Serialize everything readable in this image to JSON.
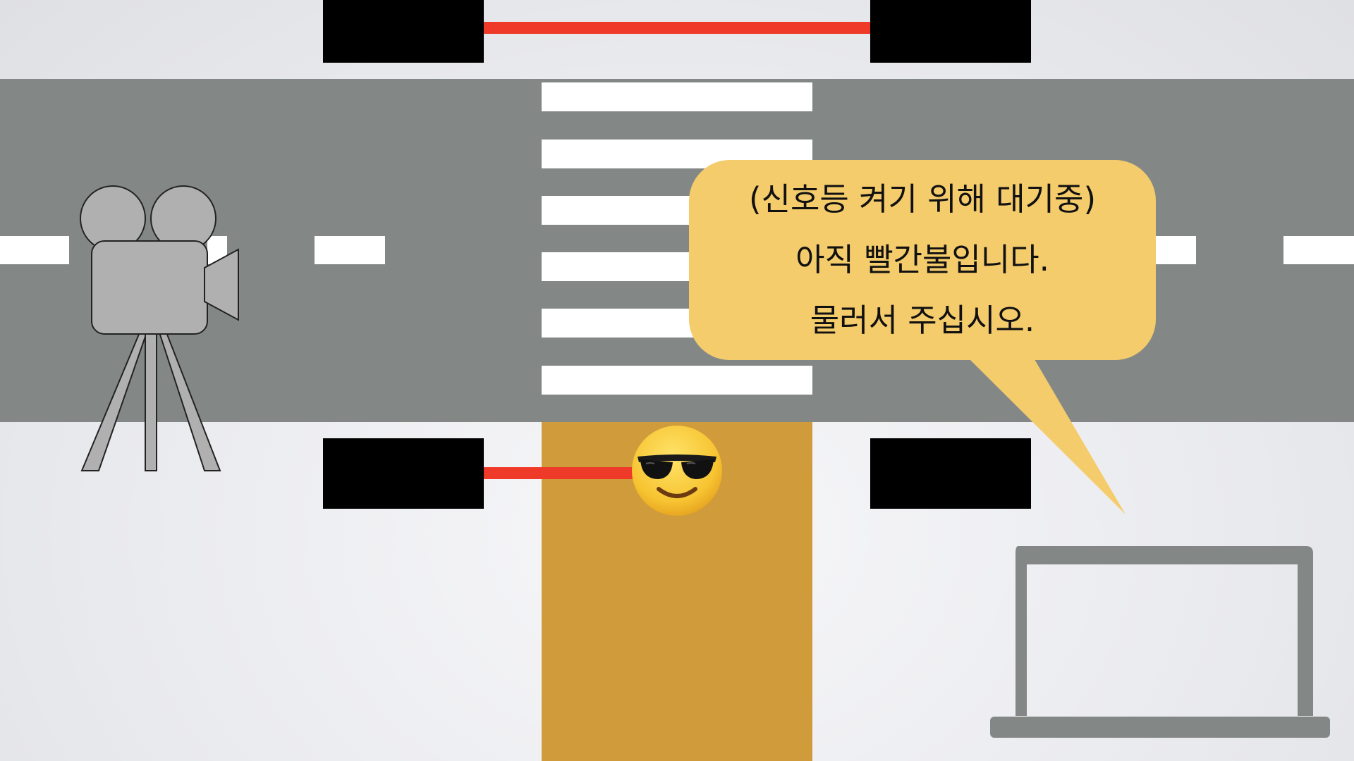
{
  "colors": {
    "road": "#838886",
    "lane_marking": "#ffffff",
    "crosswalk": "#ffffff",
    "walk_path": "#cf9b3b",
    "gate_post": "#000000",
    "gate_bar": "#ef3a2a",
    "bubble_fill": "#f5cc6c",
    "camera_fill": "#b0b0b0",
    "laptop_frame": "#838886"
  },
  "speech_bubble": {
    "line1": "(신호등 켜기 위해 대기중)",
    "line2": "아직 빨간불입니다.",
    "line3": "물러서 주십시오."
  },
  "icons": {
    "pedestrian": "sunglasses-face-emoji",
    "camera": "movie-camera-on-tripod-icon",
    "laptop": "laptop-icon"
  },
  "gates": {
    "top": "closed",
    "bottom": "closed"
  }
}
